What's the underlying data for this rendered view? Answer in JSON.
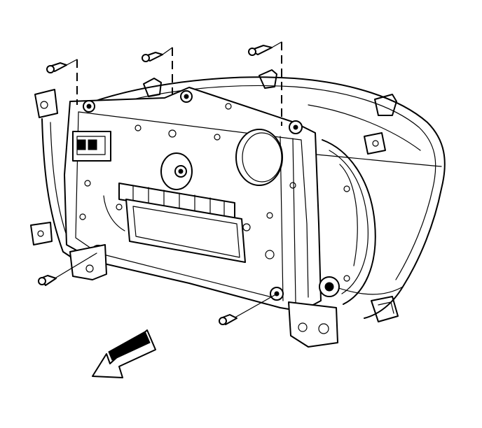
{
  "diagram": {
    "fasteners": [
      "screw-top-left",
      "screw-top-center",
      "screw-top-right",
      "screw-bottom-left",
      "screw-bottom-right"
    ],
    "arrow_direction": "down-left",
    "line_color": "#000000",
    "background": "#ffffff"
  }
}
